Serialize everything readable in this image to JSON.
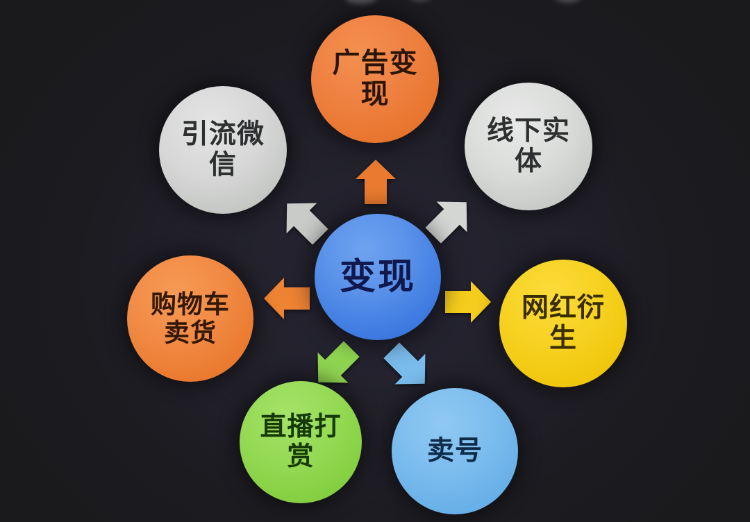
{
  "diagram": {
    "title_center": "变现",
    "background_color": "#1a1a1c",
    "center": {
      "label": "变现",
      "color": "#4d86e6",
      "name": "center-node-monetization"
    },
    "nodes": [
      {
        "id": "ad",
        "label": "广告变现",
        "color": "#ed7d3a",
        "position": "top"
      },
      {
        "id": "wechat",
        "label": "引流微信",
        "color": "#cbcdcb",
        "position": "top-left"
      },
      {
        "id": "offline",
        "label": "线下实体",
        "color": "#d2d5d2",
        "position": "top-right"
      },
      {
        "id": "cart",
        "label": "购物车卖货",
        "color": "#f08a44",
        "position": "left"
      },
      {
        "id": "influencer",
        "label": "网红衍生",
        "color": "#f6d01e",
        "position": "right"
      },
      {
        "id": "live",
        "label": "直播打赏",
        "color": "#92d752",
        "position": "bottom-left"
      },
      {
        "id": "account",
        "label": "卖号",
        "color": "#7cbcec",
        "position": "bottom-right"
      }
    ],
    "arrows": [
      {
        "id": "arrow-up",
        "direction": "up",
        "color": "#ea7a2f",
        "target": "ad"
      },
      {
        "id": "arrow-up-left",
        "direction": "up-left",
        "color": "#c9cbc9",
        "target": "wechat"
      },
      {
        "id": "arrow-up-right",
        "direction": "up-right",
        "color": "#d4d6d4",
        "target": "offline"
      },
      {
        "id": "arrow-left",
        "direction": "left",
        "color": "#ef8334",
        "target": "cart"
      },
      {
        "id": "arrow-right",
        "direction": "right",
        "color": "#f5cd1c",
        "target": "influencer"
      },
      {
        "id": "arrow-down-left",
        "direction": "down-left",
        "color": "#8fd451",
        "target": "live"
      },
      {
        "id": "arrow-down-right",
        "direction": "down-right",
        "color": "#79bbeb",
        "target": "account"
      }
    ]
  }
}
